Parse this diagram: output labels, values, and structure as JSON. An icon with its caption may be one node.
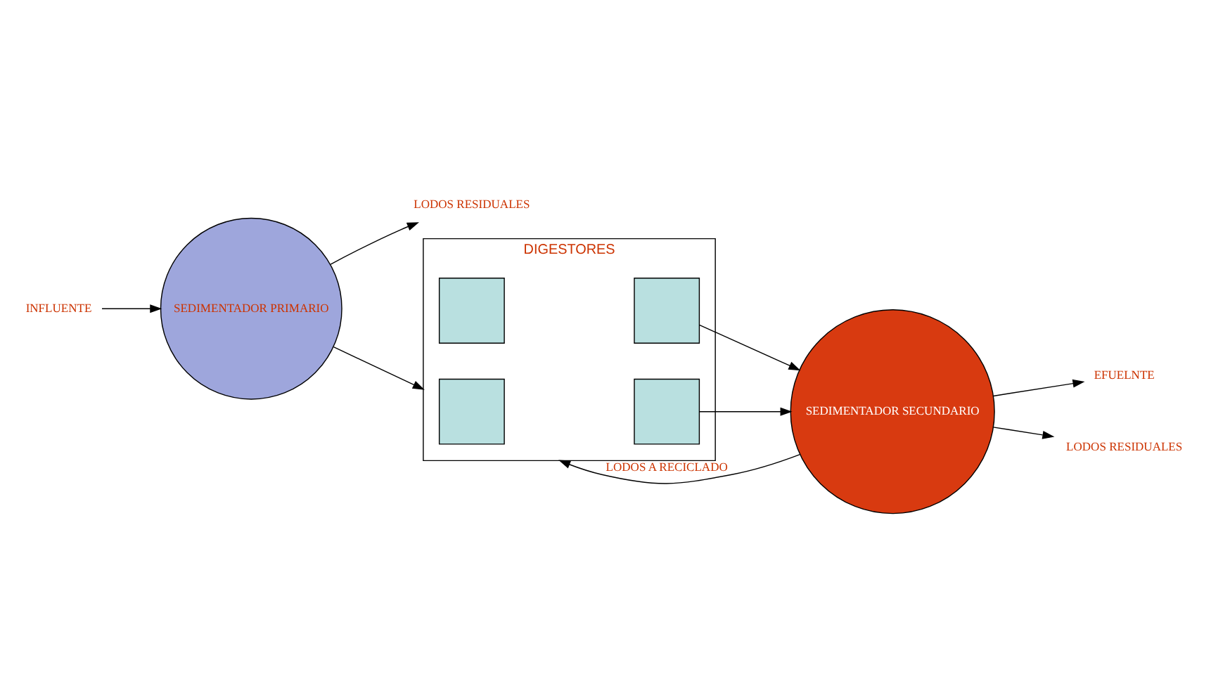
{
  "diagram": {
    "nodes": [
      {
        "text": [
          "SEDIMENTADOR PRIMARIO"
        ]
      },
      {
        "text": [
          "INFLUENTE"
        ]
      },
      {
        "text": [
          "LODOS RESIDUALES"
        ]
      },
      {
        "text": [
          "DIGESTORES"
        ]
      },
      {
        "text": [],
        "shape": "box",
        "in": 3
      },
      {
        "text": [],
        "shape": "box",
        "in": 3
      },
      {
        "text": [],
        "shape": "box",
        "in": 3
      },
      {
        "text": [],
        "shape": "box",
        "in": 3
      },
      {
        "text": [
          "SEDIMENTADOR SECUNDARIO"
        ]
      },
      {
        "text": [
          "EFUELNTE"
        ]
      },
      {
        "text": [
          "LODOS RESIDUALES"
        ]
      }
    ],
    "edges": [
      {
        "from": 1,
        "to": 0,
        "arrow": "to"
      },
      {
        "from": 0,
        "to": 2,
        "arrow": "to"
      },
      {
        "from": 0,
        "to": 3,
        "arrow": "to"
      },
      {
        "from": 5,
        "to": 8,
        "arrow": "to"
      },
      {
        "from": 7,
        "to": 8,
        "arrow": "to"
      },
      {
        "from": 8,
        "to": 9,
        "arrow": "to"
      },
      {
        "from": 8,
        "to": 10,
        "arrow": "to"
      },
      {
        "from": 8,
        "to": 3,
        "arrow": "to",
        "label": "LODOS A RECICLADO"
      }
    ]
  }
}
